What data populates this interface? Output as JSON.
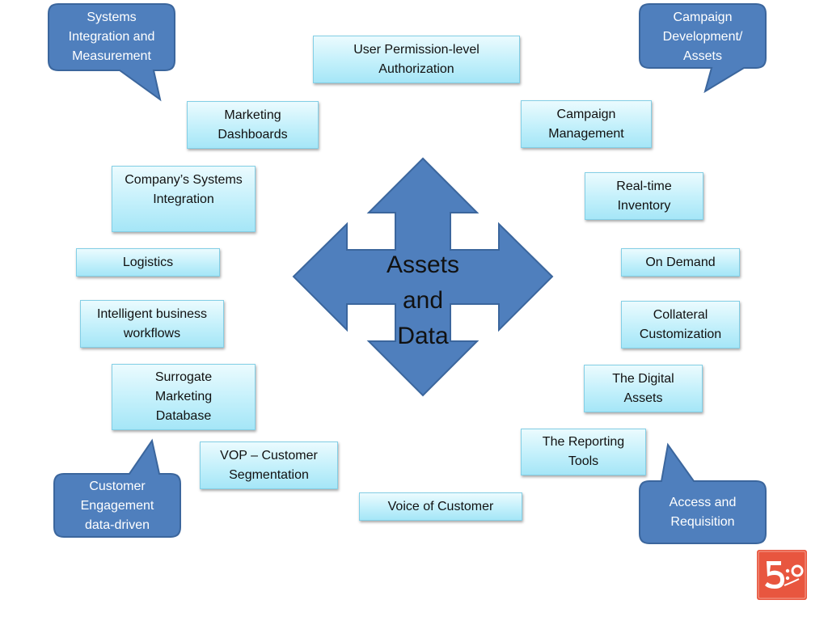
{
  "center": {
    "label_line1": "Assets",
    "label_line2": "and",
    "label_line3": "Data",
    "arrow_color": "#4f7fbd",
    "arrow_stroke": "#3b669d"
  },
  "boxes": {
    "user_permission": {
      "line1": "User Permission-level",
      "line2": "Authorization"
    },
    "marketing_dashboards": {
      "line1": "Marketing",
      "line2": "Dashboards"
    },
    "campaign_management": {
      "line1": "Campaign",
      "line2": "Management"
    },
    "company_systems": {
      "line1": "Company’s Systems",
      "line2": "Integration"
    },
    "realtime_inventory": {
      "line1": "Real-time",
      "line2": "Inventory"
    },
    "logistics": {
      "line1": "Logistics"
    },
    "on_demand": {
      "line1": "On Demand"
    },
    "intelligent_workflows": {
      "line1": "Intelligent business",
      "line2": "workflows"
    },
    "collateral_customization": {
      "line1": "Collateral",
      "line2": "Customization"
    },
    "surrogate_db": {
      "line1": "Surrogate",
      "line2": "Marketing",
      "line3": "Database"
    },
    "digital_assets": {
      "line1": "The Digital",
      "line2": "Assets"
    },
    "vop_segmentation": {
      "line1": "VOP – Customer",
      "line2": "Segmentation"
    },
    "reporting_tools": {
      "line1": "The Reporting",
      "line2": "Tools"
    },
    "voice_of_customer": {
      "line1": "Voice of Customer"
    }
  },
  "callouts": {
    "systems_integration": {
      "line1": "Systems",
      "line2": "Integration and",
      "line3": "Measurement"
    },
    "campaign_development": {
      "line1": "Campaign",
      "line2": "Development/",
      "line3": "Assets"
    },
    "customer_engagement": {
      "line1": "Customer",
      "line2": "Engagement",
      "line3": "data-driven"
    },
    "access_requisition": {
      "line1": "Access and",
      "line2": "Requisition"
    },
    "fill_color": "#4f7fbd",
    "stroke_color": "#3b669d"
  },
  "logo": {
    "name": "logo-5o",
    "bg_color": "#e8563f",
    "glyph": "5:o"
  }
}
